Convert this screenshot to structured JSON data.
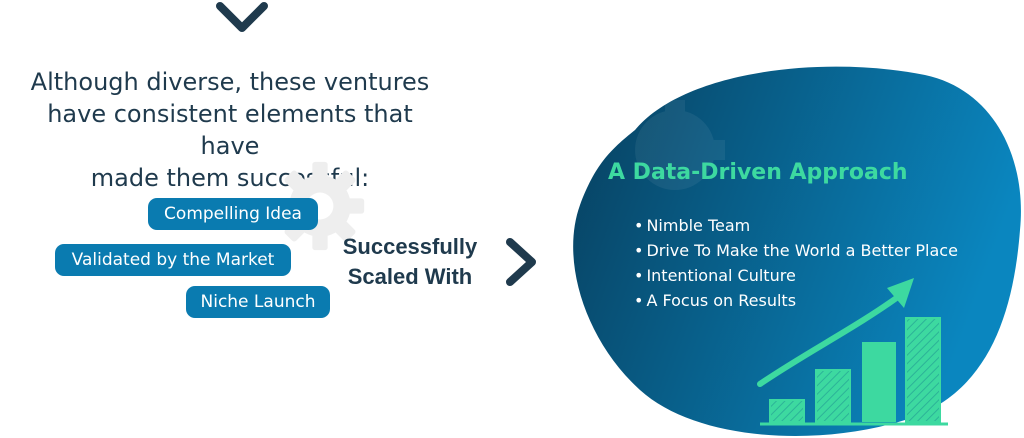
{
  "intro": {
    "lines": [
      "Although diverse, these ventures",
      "have consistent elements that have",
      "made them successful:"
    ]
  },
  "elements": [
    "Compelling Idea",
    "Validated by the Market",
    "Niche Launch"
  ],
  "scaled": {
    "line1": "Successfully",
    "line2": "Scaled With"
  },
  "approach": {
    "title": "A Data-Driven Approach",
    "bullets": [
      "Nimble Team",
      "Drive To Make the World a Better Place",
      "Intentional Culture",
      "A Focus on Results"
    ]
  },
  "icons": {
    "top": "chevron-down-icon",
    "arrow": "chevron-right-icon",
    "decor": "gear-icon",
    "growth": "growth-chart-icon"
  },
  "colors": {
    "dark_text": "#1f3a4d",
    "pill_blue": "#0a7bb0",
    "blob_dark": "#073f5e",
    "blob_light": "#0a86bf",
    "accent_green": "#3dd9a0"
  }
}
